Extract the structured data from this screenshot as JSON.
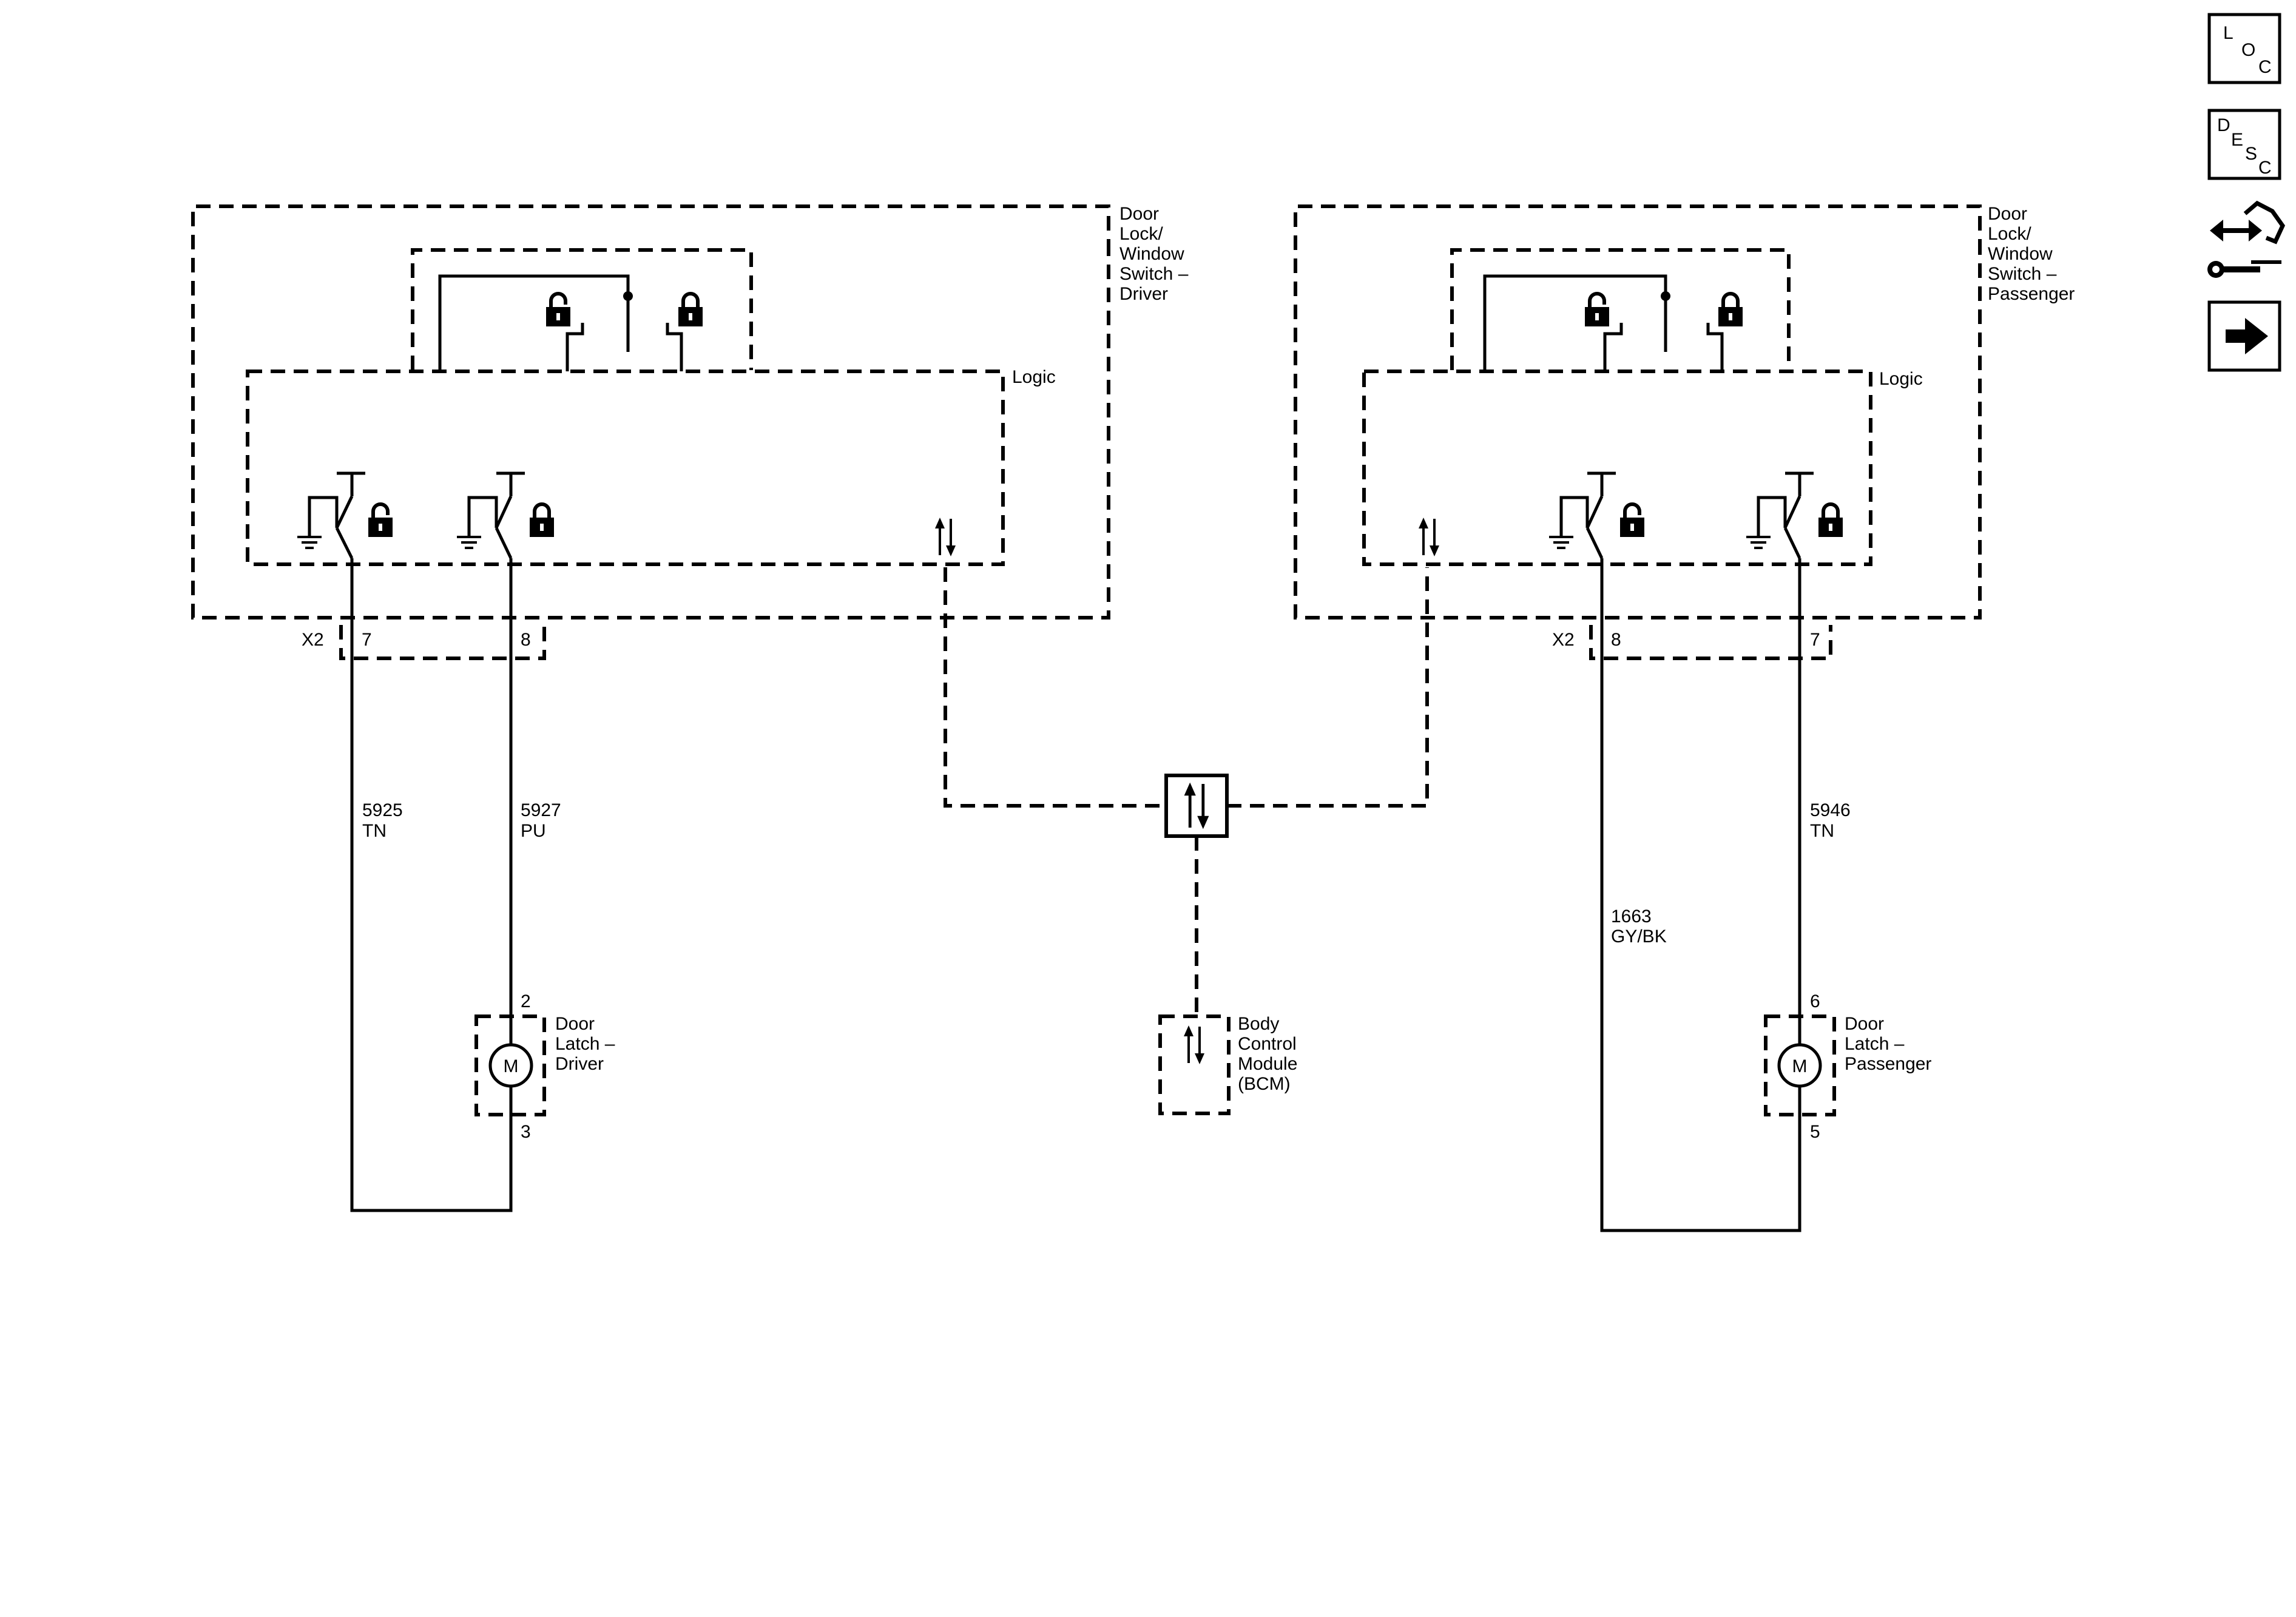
{
  "nav": {
    "loc": [
      "L",
      "O",
      "C"
    ],
    "desc": [
      "D",
      "E",
      "S",
      "C"
    ],
    "icons": [
      "connector-view-icon",
      "next-arrow-icon"
    ]
  },
  "driver_switch": {
    "label": [
      "Door",
      "Lock/",
      "Window",
      "Switch –",
      "Driver"
    ],
    "logic": "Logic",
    "connector": "X2",
    "pin_a": "7",
    "pin_b": "8"
  },
  "passenger_switch": {
    "label": [
      "Door",
      "Lock/",
      "Window",
      "Switch –",
      "Passenger"
    ],
    "logic": "Logic",
    "connector": "X2",
    "pin_a": "8",
    "pin_b": "7"
  },
  "wires": {
    "w5925": [
      "5925",
      "TN"
    ],
    "w5927": [
      "5927",
      "PU"
    ],
    "w5946": [
      "5946",
      "TN"
    ],
    "w1663": [
      "1663",
      "GY/BK"
    ]
  },
  "driver_latch": {
    "label": [
      "Door",
      "Latch –",
      "Driver"
    ],
    "motor": "M",
    "pin_top": "2",
    "pin_bottom": "3"
  },
  "passenger_latch": {
    "label": [
      "Door",
      "Latch –",
      "Passenger"
    ],
    "motor": "M",
    "pin_top": "6",
    "pin_bottom": "5"
  },
  "bcm": {
    "label": [
      "Body",
      "Control",
      "Module",
      "(BCM)"
    ]
  }
}
